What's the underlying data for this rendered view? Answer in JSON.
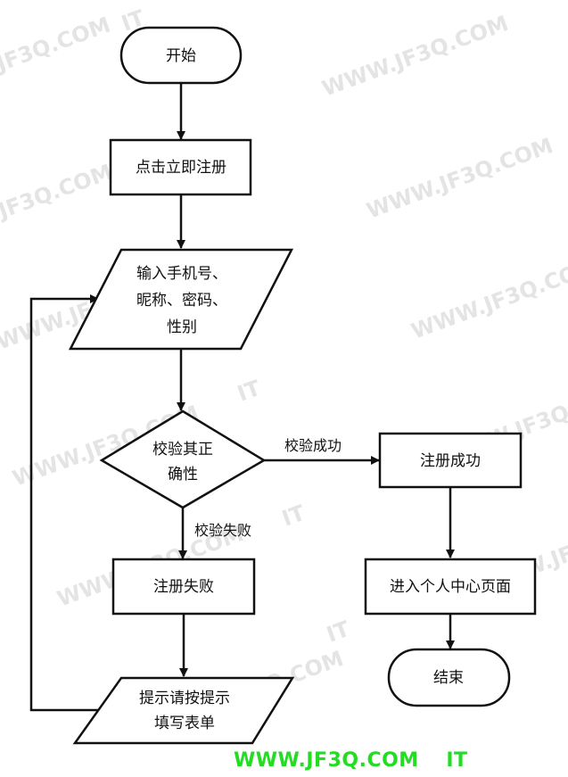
{
  "nodes": {
    "start": "开始",
    "click_register": "点击立即注册",
    "input_line1": "输入手机号、",
    "input_line2": "昵称、密码、",
    "input_line3": "性别",
    "validate_line1": "校验其正",
    "validate_line2": "确性",
    "register_fail": "注册失败",
    "prompt_line1": "提示请按提示",
    "prompt_line2": "填写表单",
    "register_success": "注册成功",
    "enter_center": "进入个人中心页面",
    "end": "结束"
  },
  "edges": {
    "validate_success": "校验成功",
    "validate_fail": "校验失败"
  },
  "watermarks": {
    "site": "WWW.JF3Q.COM",
    "short": "JF3Q.COM",
    "brand": "IT",
    "footer": "WWW.JF3Q.COM 　IT 　　"
  }
}
